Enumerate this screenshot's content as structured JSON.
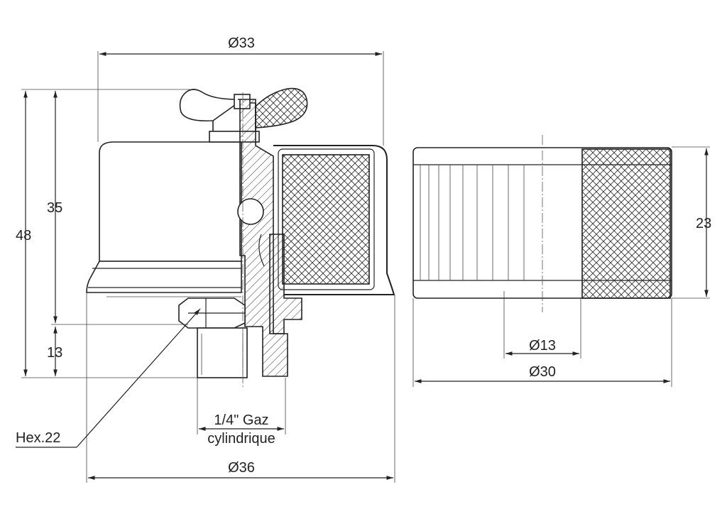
{
  "dimensions": {
    "top_diameter": "Ø33",
    "height_total": "48",
    "height_body": "35",
    "height_thread": "13",
    "filter_height": "23",
    "filter_inner_diameter": "Ø13",
    "filter_outer_diameter": "Ø30",
    "base_diameter": "Ø36",
    "hex": "Hex.22",
    "thread_line1": "1/4\" Gaz",
    "thread_line2": "cylindrique"
  }
}
